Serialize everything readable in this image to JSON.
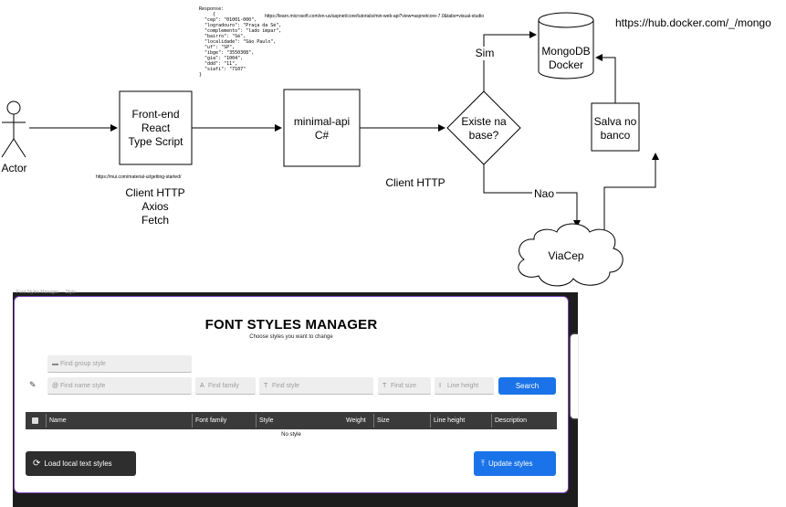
{
  "diagram": {
    "actor_label": "Actor",
    "frontend": {
      "line1": "Front-end",
      "line2": "React",
      "line3": "Type Script"
    },
    "frontend_url": "https://mui.com/material-ui/getting-started/",
    "frontend_caption": {
      "line1": "Client HTTP",
      "line2": "Axios",
      "line3": "Fetch"
    },
    "api": {
      "line1": "minimal-api",
      "line2": "C#"
    },
    "api_url": "https://learn.microsoft.com/en-us/aspnet/core/tutorials/min-web-api?view=aspnetcore-7.0&tabs=visual-studio",
    "api_caption": "Client HTTP",
    "response_text": "Response:\n     {\n  \"cep\": \"01001-000\",\n  \"logradouro\": \"Praça da Sé\",\n  \"complemento\": \"lado ímpar\",\n  \"bairro\": \"Sé\",\n  \"localidade\": \"São Paulo\",\n  \"uf\": \"SP\",\n  \"ibge\": \"3550308\",\n  \"gia\": \"1004\",\n  \"ddd\": \"11\",\n  \"siafi\": \"7107\"\n}",
    "decision": {
      "line1": "Existe na",
      "line2": "base?"
    },
    "yes_label": "Sim",
    "no_label": "Nao",
    "db": {
      "line1": "MongoDB",
      "line2": "Docker"
    },
    "docker_url": "https://hub.docker.com/_/mongo",
    "save": {
      "line1": "Salva no",
      "line2": "banco"
    },
    "cloud_label": "ViaCep"
  },
  "app": {
    "window_title": "Font Styles Manager — Style",
    "title": "FONT STYLES MANAGER",
    "subtitle": "Choose styles you want to change",
    "group_placeholder": "Find group style",
    "name_placeholder": "Find name style",
    "family_placeholder": "Find family",
    "style_placeholder": "Find style",
    "size_placeholder": "Find size",
    "lineheight_placeholder": "Line height",
    "search_label": "Search",
    "columns": [
      "Name",
      "Font family",
      "Style",
      "Weight",
      "Size",
      "Line height",
      "Description"
    ],
    "empty_text": "No style",
    "load_label": "Load local text styles",
    "update_label": "Update styles",
    "accent_color": "#1a73e8",
    "dark_button_color": "#2e2e2e"
  }
}
